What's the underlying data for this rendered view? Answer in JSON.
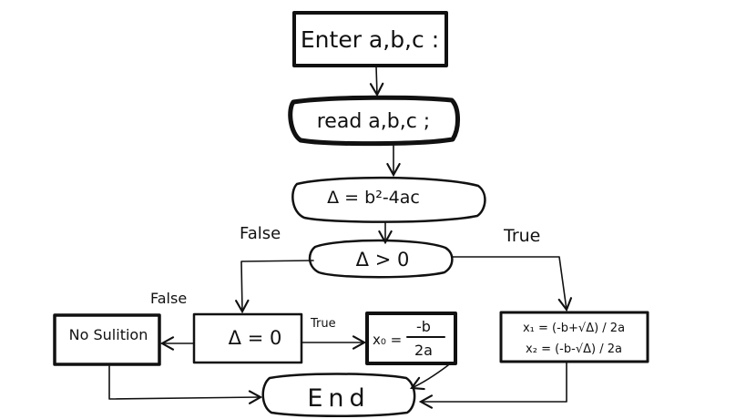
{
  "diagram": {
    "start": "Enter a,b,c :",
    "read": "read a,b,c ;",
    "delta_calc": "Δ = b²-4ac",
    "cond_delta_positive": "Δ > 0",
    "cond_delta_zero": "Δ = 0",
    "no_solution": "No Sulition",
    "single_root": {
      "lhs": "x₀ =",
      "numerator": "-b",
      "denominator": "2a"
    },
    "two_roots": {
      "line1": "x₁ = (-b+√Δ) / 2a",
      "line2": "x₂ = (-b-√Δ) / 2a"
    },
    "end": "End",
    "edge_labels": {
      "pos_false": "False",
      "pos_true": "True",
      "zero_false": "False",
      "zero_true": "True"
    }
  }
}
